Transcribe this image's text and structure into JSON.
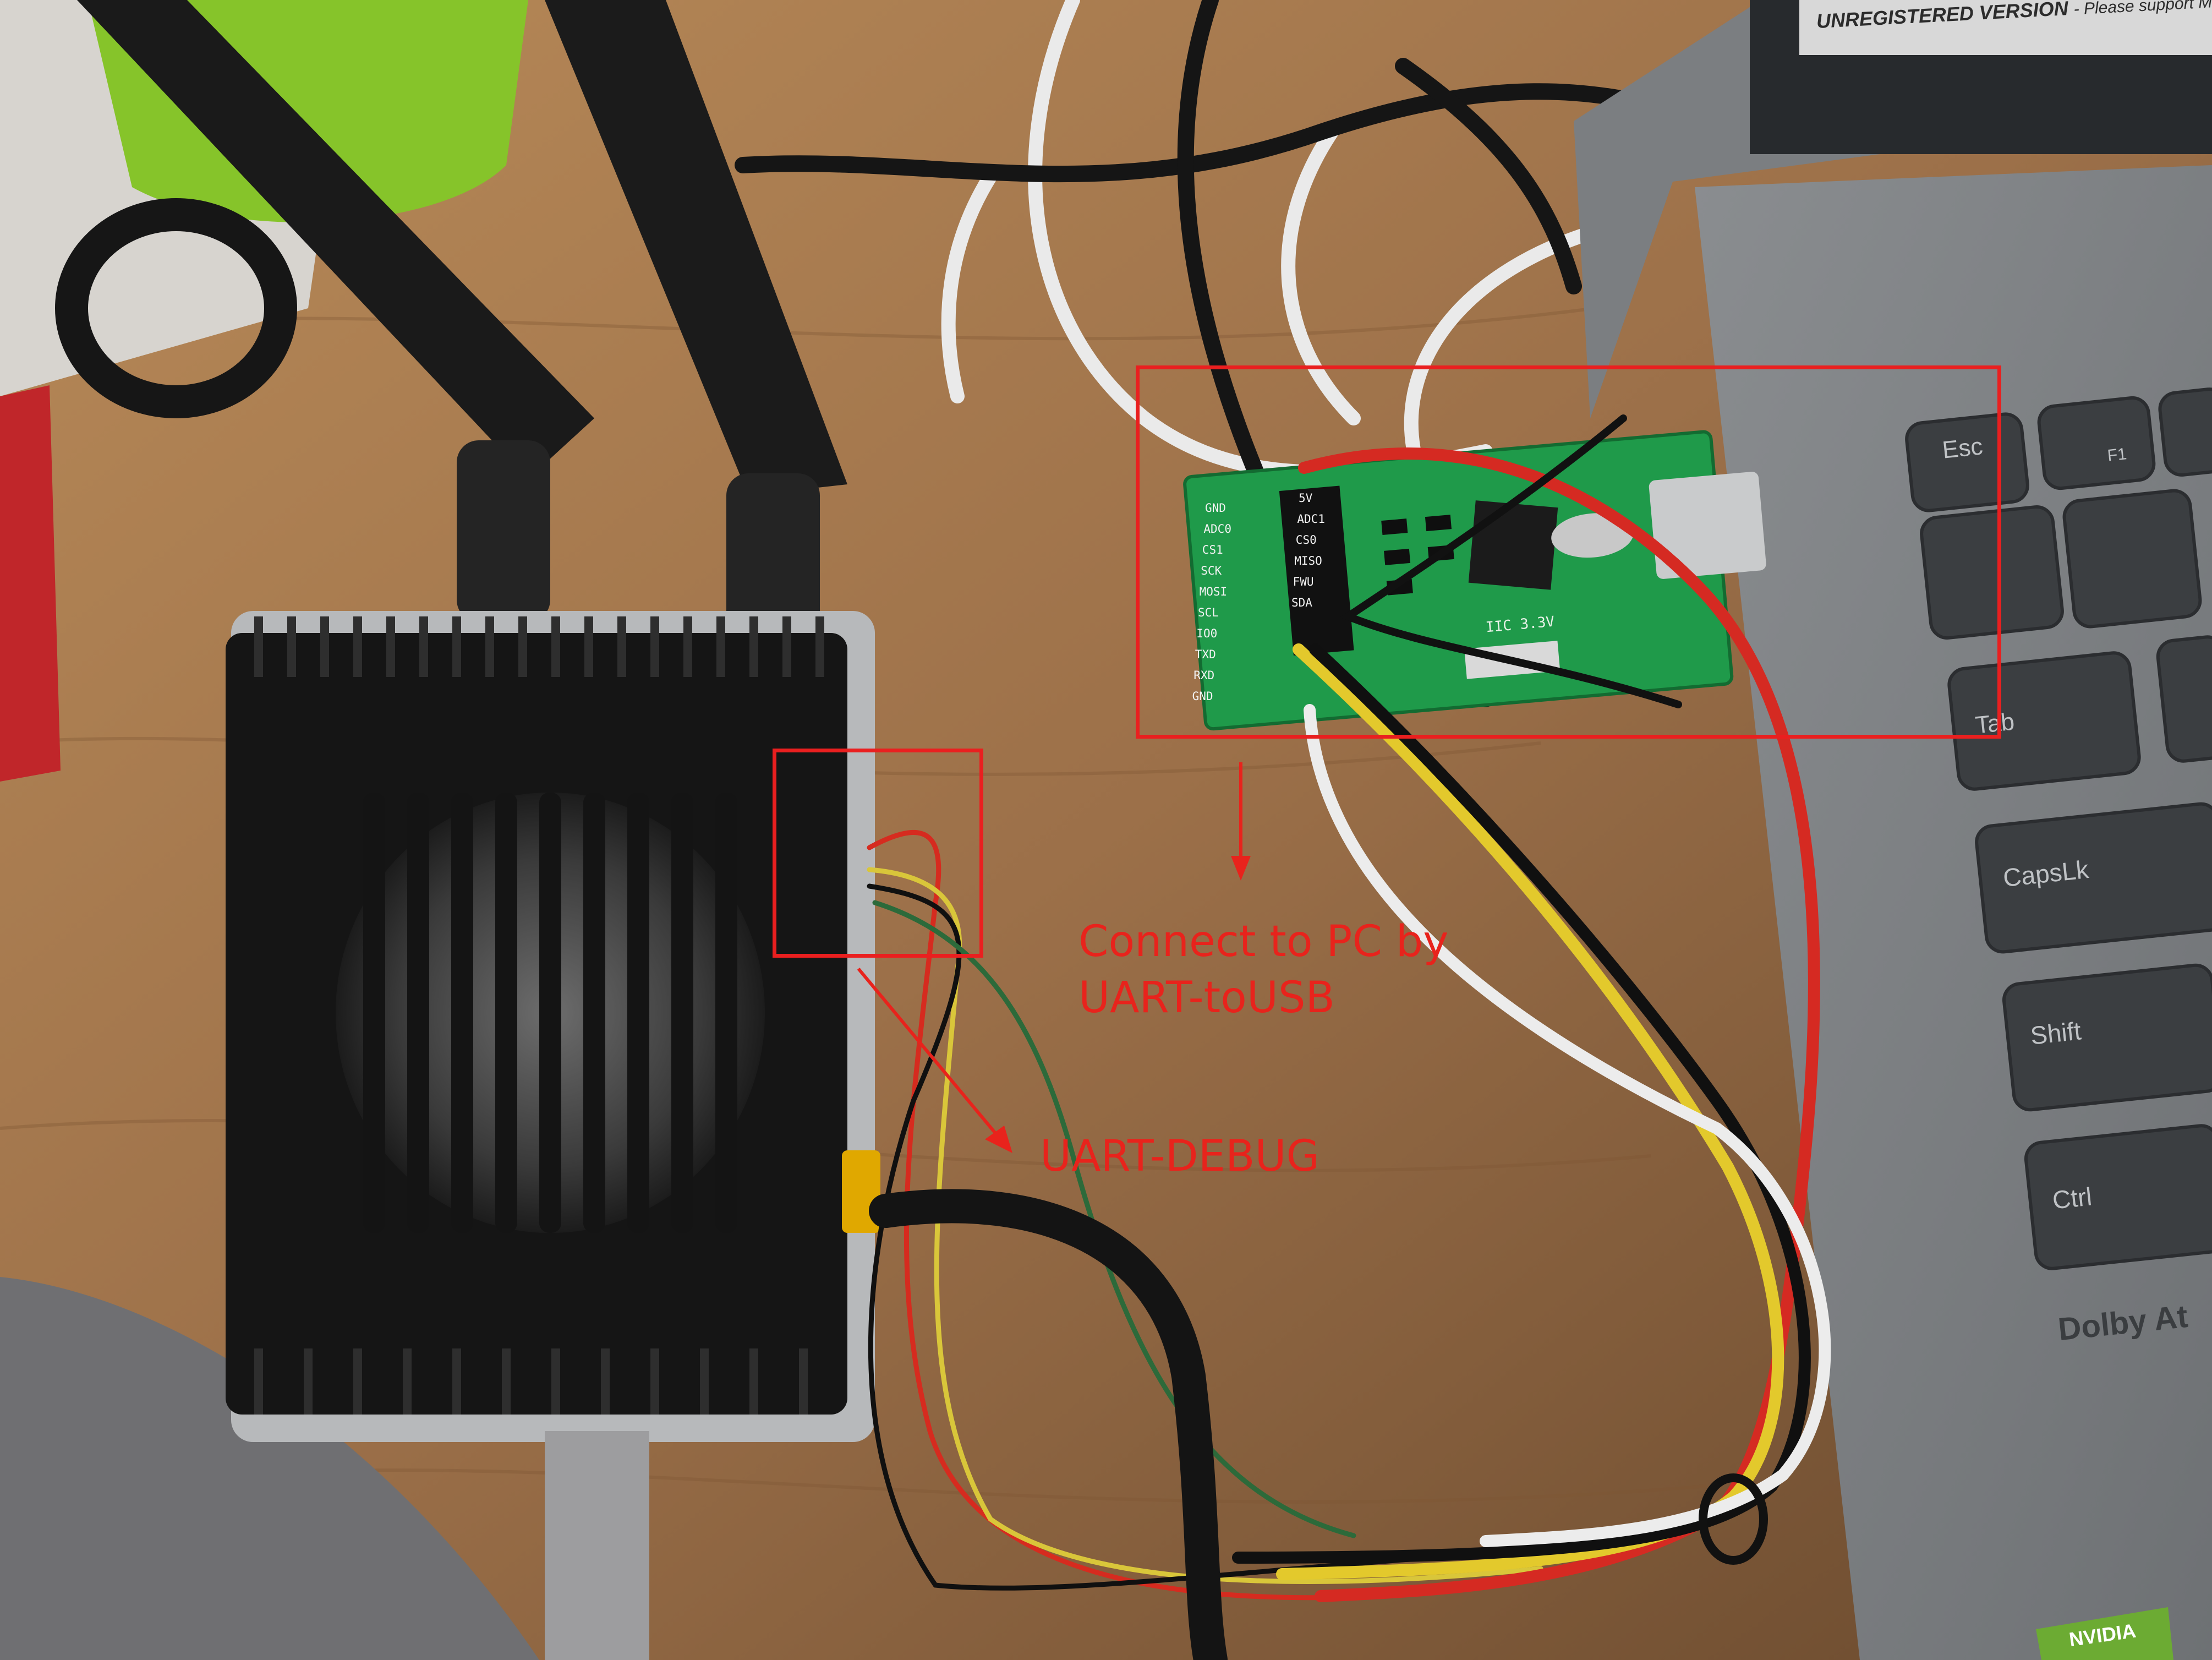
{
  "annotations": {
    "connect_line1": "Connect to PC by",
    "connect_line2": "UART-toUSB",
    "uart_debug": "UART-DEBUG"
  },
  "board": {
    "left_pins": [
      "GND",
      "ADC0",
      "CS1",
      "SCK",
      "MOSI",
      "SCL",
      "IO0",
      "TXD",
      "RXD",
      "GND"
    ],
    "right_pins": [
      "5V",
      "ADC1",
      "CS0",
      "MISO",
      "FWU",
      "SDA"
    ],
    "silkscreen": "IIC 3.3V"
  },
  "laptop": {
    "banner": "UNREGISTERED VERSION",
    "banner_tail": "- Please support Mo",
    "keys": [
      "Esc",
      "F1",
      "Tab",
      "CapsLk",
      "Shift",
      "Ctrl"
    ],
    "brand": "Dolby At",
    "sticker": "NVIDIA"
  },
  "colors": {
    "annotation": "#e8231c",
    "desk": "#a97b4e",
    "pcb": "#1f9a4a",
    "case": "#141414",
    "laptop": "#9ea1a4"
  }
}
